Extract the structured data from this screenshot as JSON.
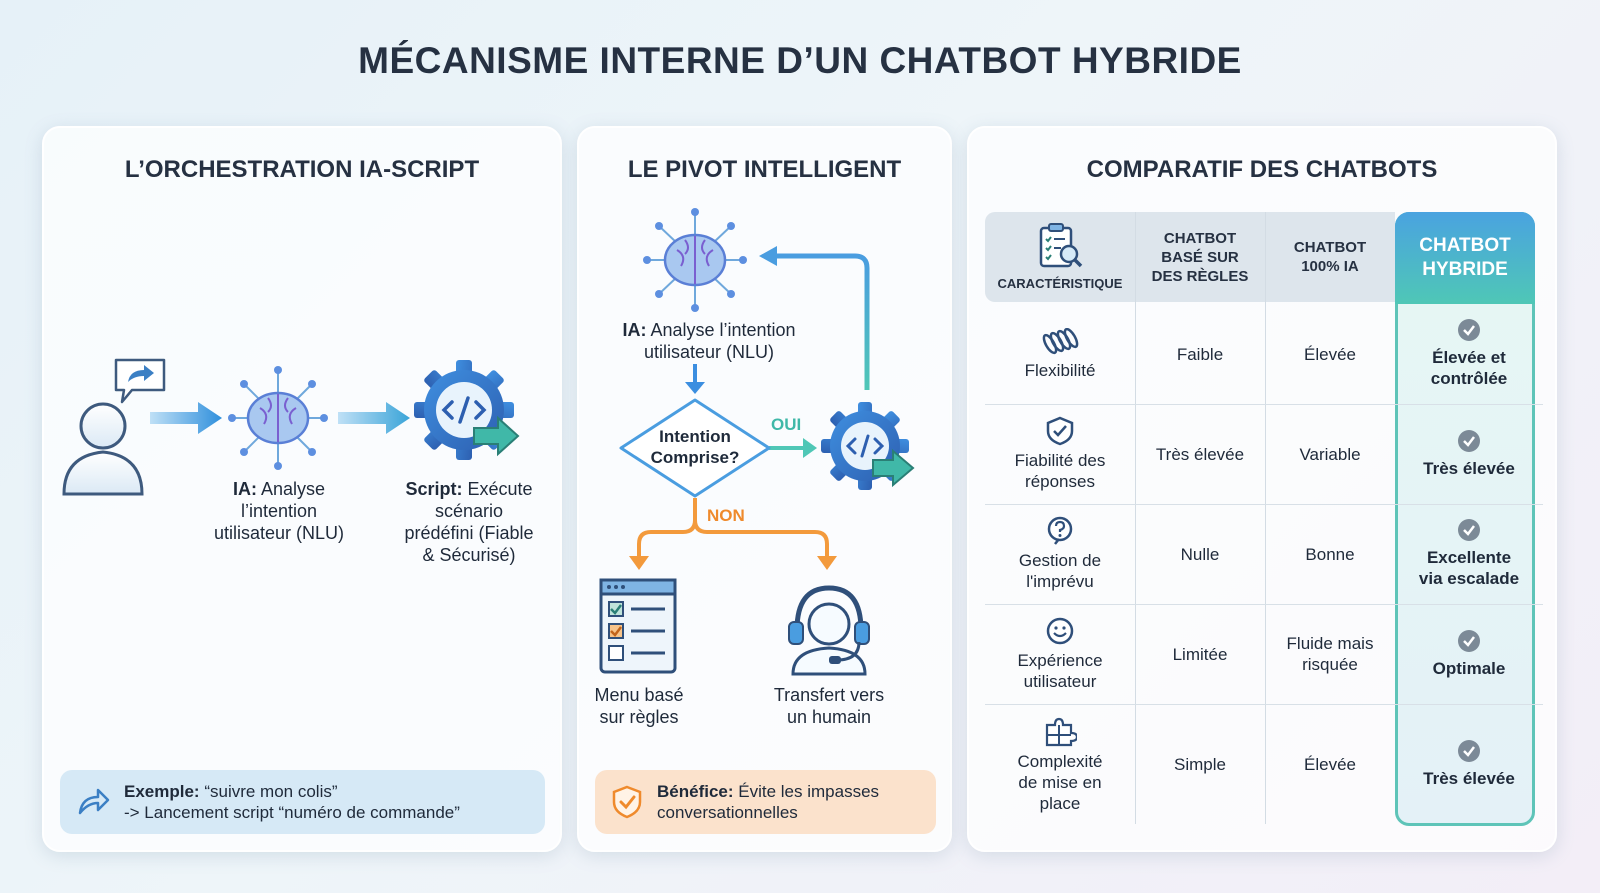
{
  "title": "MÉCANISME INTERNE D’UN CHATBOT HYBRIDE",
  "orchestration": {
    "title": "L’ORCHESTRATION IA-SCRIPT",
    "ia_bold": "IA:",
    "ia_text_1": "Analyse",
    "ia_text_2": "l’intention",
    "ia_text_3": "utilisateur (NLU)",
    "script_bold": "Script:",
    "script_text_1": "Exécute",
    "script_text_2": "scénario",
    "script_text_3": "prédéfini (Fiable",
    "script_text_4": "& Sécurisé)",
    "example_bold": "Exemple:",
    "example_line1": "“suivre mon colis”",
    "example_line2": "-> Lancement script “numéro de commande”"
  },
  "pivot": {
    "title": "LE PIVOT INTELLIGENT",
    "ia_bold": "IA:",
    "ia_text_1": "Analyse l’intention",
    "ia_text_2": "utilisateur (NLU)",
    "decision_1": "Intention",
    "decision_2": "Comprise?",
    "yes_label": "OUI",
    "no_label": "NON",
    "menu_1": "Menu basé",
    "menu_2": "sur règles",
    "human_1": "Transfert vers",
    "human_2": "un humain",
    "benefit_bold": "Bénéfice:",
    "benefit_line1": "Évite les impasses",
    "benefit_line2": "conversationnelles"
  },
  "comparison": {
    "title": "COMPARATIF DES CHATBOTS",
    "headers": {
      "feature": "CARACTÉRISTIQUE",
      "rules_1": "CHATBOT",
      "rules_2": "BASÉ SUR",
      "rules_3": "DES RÈGLES",
      "ai_1": "CHATBOT",
      "ai_2": "100% IA",
      "hybrid_1": "CHATBOT",
      "hybrid_2": "HYBRIDE"
    },
    "rows": [
      {
        "feature_1": "Flexibilité",
        "feature_2": "",
        "feature_3": "",
        "rules_1": "Faible",
        "rules_2": "",
        "ai_1": "Élevée",
        "ai_2": "",
        "hybrid_1": "Élevée et",
        "hybrid_2": "contrôlée",
        "icon": "spring-icon"
      },
      {
        "feature_1": "Fiabilité des",
        "feature_2": "réponses",
        "feature_3": "",
        "rules_1": "Très élevée",
        "rules_2": "",
        "ai_1": "Variable",
        "ai_2": "",
        "hybrid_1": "Très élevée",
        "hybrid_2": "",
        "icon": "shield-check-icon"
      },
      {
        "feature_1": "Gestion de",
        "feature_2": "l'imprévu",
        "feature_3": "",
        "rules_1": "Nulle",
        "rules_2": "",
        "ai_1": "Bonne",
        "ai_2": "",
        "hybrid_1": "Excellente",
        "hybrid_2": "via escalade",
        "icon": "question-icon"
      },
      {
        "feature_1": "Expérience",
        "feature_2": "utilisateur",
        "feature_3": "",
        "rules_1": "Limitée",
        "rules_2": "",
        "ai_1": "Fluide mais",
        "ai_2": "risquée",
        "hybrid_1": "Optimale",
        "hybrid_2": "",
        "icon": "smiley-icon"
      },
      {
        "feature_1": "Complexité",
        "feature_2": "de mise en",
        "feature_3": "place",
        "rules_1": "Simple",
        "rules_2": "",
        "ai_1": "Élevée",
        "ai_2": "",
        "hybrid_1": "Très élevée",
        "hybrid_2": "",
        "icon": "puzzle-icon"
      }
    ]
  }
}
